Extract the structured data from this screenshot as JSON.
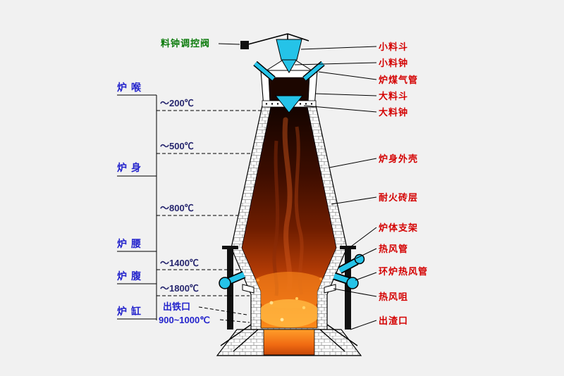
{
  "colors": {
    "background": "#f1f1f1",
    "pipe_cyan": "#25c3e8",
    "label_red": "#d40000",
    "label_blue": "#2323cc",
    "label_green": "#0a7a0a",
    "label_temp": "#26266e",
    "flame_dark": "#140400",
    "flame_bright": "#ff8c1a"
  },
  "top_label": "料钟调控阀",
  "zones": [
    "炉喉",
    "炉身",
    "炉腰",
    "炉腹",
    "炉缸"
  ],
  "temps": [
    "～200℃",
    "～500℃",
    "～800℃",
    "～1400℃",
    "～1800℃"
  ],
  "tap": {
    "name": "出铁口",
    "temp": "900~1000℃"
  },
  "right_labels": [
    "小料斗",
    "小料钟",
    "炉煤气管",
    "大料斗",
    "大料钟",
    "炉身外壳",
    "耐火砖层",
    "炉体支架",
    "热风管",
    "环炉热风管",
    "热风咀",
    "出渣口"
  ]
}
